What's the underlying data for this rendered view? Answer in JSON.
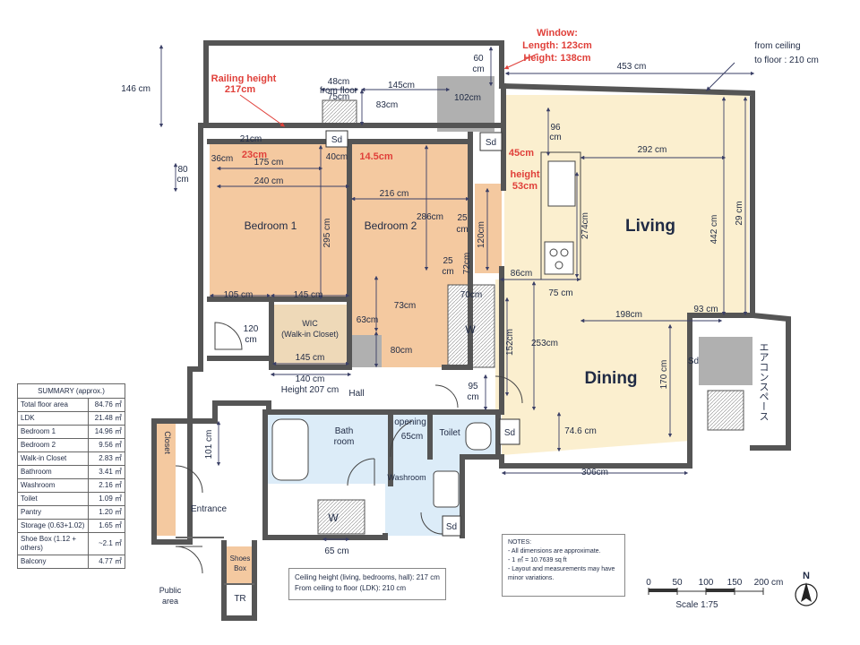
{
  "rooms": {
    "bedroom1": "Bedroom 1",
    "bedroom2": "Bedroom 2",
    "wic_line1": "WIC",
    "wic_line2": "(Walk-in Closet)",
    "living": "Living",
    "dining": "Dining",
    "hall": "Hall",
    "bath_line1": "Bath",
    "bath_line2": "room",
    "washroom": "Washroom",
    "toilet": "Toilet",
    "entrance": "Entrance",
    "closet": "Closet",
    "shoes_line1": "Shoes",
    "shoes_line2": "Box",
    "tr": "TR",
    "public_line1": "Public",
    "public_line2": "area",
    "aircon_space": "エアコンスペース",
    "sd": "Sd",
    "w": "W"
  },
  "dimensions": {
    "balcony_depth": "146 cm",
    "width_453": "453 cm",
    "ceiling_floor_line1": "from ceiling",
    "ceiling_floor_line2": "to floor : 210 cm",
    "railing_line1": "Railing height",
    "railing_line2": "217cm",
    "window_line1": "Window:",
    "window_line2": "Length: 123cm",
    "window_line3": "Height: 138cm",
    "d60": "60",
    "d60b": "cm",
    "d48": "48cm",
    "from_floor_line1": "from floor",
    "from_floor_line2": "75cm",
    "d145a": "145cm",
    "d83": "83cm",
    "d102": "102cm",
    "d96a": "96",
    "d96b": "cm",
    "d292": "292 cm",
    "d21": "21cm",
    "d23": "23cm",
    "d36": "36cm",
    "d175": "175 cm",
    "d40": "40cm",
    "d14_5": "14.5cm",
    "d45": "45cm",
    "height53_line1": "height",
    "height53_line2": "53cm",
    "d80a": "80",
    "d80b": "cm",
    "d240": "240 cm",
    "d216": "216 cm",
    "d286": "286cm",
    "d25a": "25",
    "d25b": "cm",
    "d120a": "120cm",
    "d274": "274cm",
    "d442": "442 cm",
    "d29": "29 cm",
    "d295": "295 cm",
    "d72": "72cm",
    "d86": "86cm",
    "d25c": "25",
    "d25d": "cm",
    "d105": "105 cm",
    "d145b": "145 cm",
    "d73": "73cm",
    "d70": "70cm",
    "d75": "75 cm",
    "d198": "198cm",
    "d93": "93 cm",
    "d120b_line1": "120",
    "d120b_line2": "cm",
    "d63": "63cm",
    "d80c": "80cm",
    "d152": "152cm",
    "d253": "253cm",
    "d170": "170 cm",
    "d145c": "145 cm",
    "d140": "140 cm",
    "height207": "Height 207 cm",
    "d95a": "95",
    "d95b": "cm",
    "opening_line1": "opening",
    "opening_line2": "65cm",
    "d74_6": "74.6 cm",
    "d101": "101 cm",
    "d306": "306cm",
    "d65": "65 cm"
  },
  "summary": {
    "header": "SUMMARY (approx.)",
    "rows": [
      {
        "label": "Total floor area",
        "value": "84.76 ㎡"
      },
      {
        "label": "LDK",
        "value": "21.48 ㎡"
      },
      {
        "label": "Bedroom 1",
        "value": "14.96 ㎡"
      },
      {
        "label": "Bedroom 2",
        "value": "9.56 ㎡"
      },
      {
        "label": "Walk-in Closet",
        "value": "2.83 ㎡"
      },
      {
        "label": "Bathroom",
        "value": "3.41 ㎡"
      },
      {
        "label": "Washroom",
        "value": "2.16 ㎡"
      },
      {
        "label": "Toilet",
        "value": "1.09 ㎡"
      },
      {
        "label": "Pantry",
        "value": "1.20 ㎡"
      },
      {
        "label": "Storage (0.63+1.02)",
        "value": "1.65 ㎡"
      },
      {
        "label": "Shoe Box (1.12 + others)",
        "value": "~2.1 ㎡"
      },
      {
        "label": "Balcony",
        "value": "4.77 ㎡"
      }
    ]
  },
  "ceiling_box": {
    "line1": "Ceiling height (living, bedrooms, hall): 217 cm",
    "line2": "From ceiling to floor (LDK):  210 cm"
  },
  "notes": {
    "title": "NOTES:",
    "line1": "- All dimensions are approximate.",
    "line2": "- 1 ㎡ = 10.7639 sq ft",
    "line3": "- Layout and measurements may have",
    "line4": "  minor variations."
  },
  "scale": {
    "ticks": [
      "0",
      "50",
      "100",
      "150",
      "200 cm"
    ],
    "label": "Scale 1:75"
  },
  "compass": {
    "label": "N"
  },
  "colors": {
    "bedroom": "#f4c9a0",
    "wic": "#eed9b8",
    "living": "#fbefcf",
    "bath": "#dcecf8",
    "wall": "#555555",
    "dim_red": "#e0403a"
  }
}
